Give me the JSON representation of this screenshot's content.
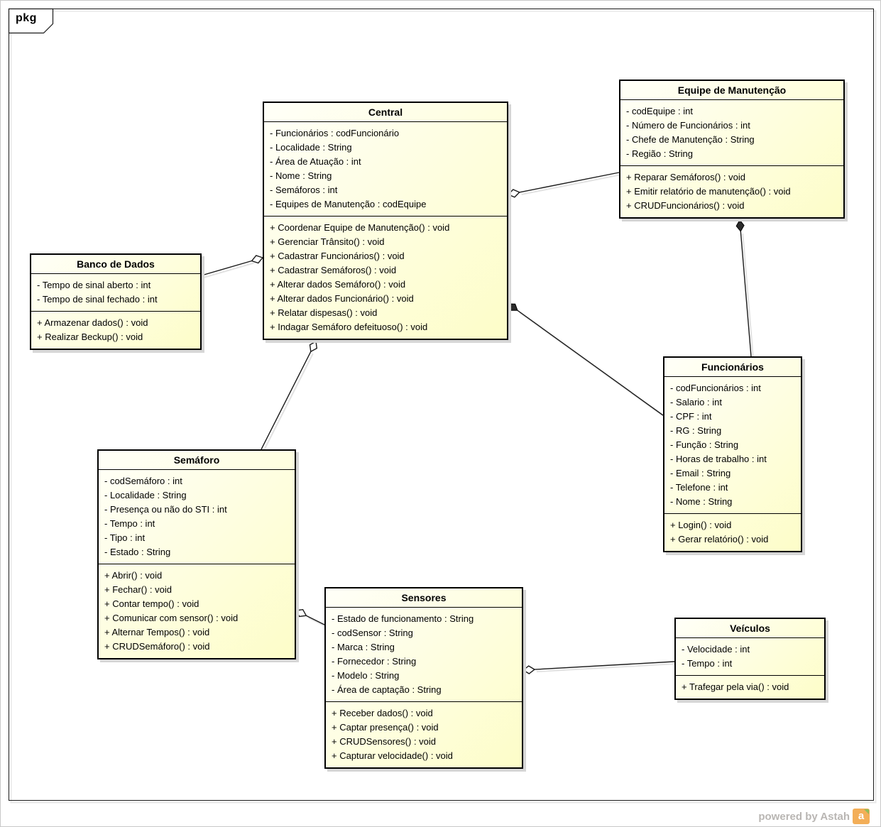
{
  "frame": {
    "tag": "pkg"
  },
  "footer": {
    "credit": "powered by Astah"
  },
  "colors": {
    "box_fill_start": "#FFFFF8",
    "box_fill_end": "#FDFDC8",
    "box_border": "#000000",
    "shadow": "#D6D6D6",
    "line": "#1A1A1A",
    "astah_orange": "#F1A13B"
  },
  "classes": [
    {
      "title": "Central",
      "attributes": [
        "- Funcionários : codFuncionário",
        "- Localidade : String",
        "- Área de Atuação : int",
        "- Nome : String",
        "- Semáforos : int",
        "- Equipes de Manutenção : codEquipe"
      ],
      "methods": [
        "+ Coordenar Equipe de Manutenção() : void",
        "+ Gerenciar Trânsito() : void",
        "+ Cadastrar Funcionários() : void",
        "+ Cadastrar Semáforos() : void",
        "+ Alterar dados Semáforo() : void",
        "+ Alterar dados Funcionário() : void",
        "+ Relatar dispesas() : void",
        "+ Indagar Semáforo defeituoso() : void"
      ]
    },
    {
      "title": "Equipe de Manutenção",
      "attributes": [
        "- codEquipe : int",
        "- Número de Funcionários : int",
        "- Chefe de Manutenção : String",
        "- Região : String"
      ],
      "methods": [
        "+ Reparar Semáforos() : void",
        "+ Emitir relatório de manutenção() : void",
        "+ CRUDFuncionários() : void"
      ]
    },
    {
      "title": "Banco de Dados",
      "attributes": [
        "- Tempo de sinal aberto : int",
        "- Tempo de sinal fechado : int"
      ],
      "methods": [
        "+ Armazenar dados() : void",
        "+ Realizar Beckup() : void"
      ]
    },
    {
      "title": "Funcionários",
      "attributes": [
        "- codFuncionários : int",
        "- Salario : int",
        "- CPF : int",
        "- RG : String",
        "- Função : String",
        "- Horas de trabalho : int",
        "- Email : String",
        "- Telefone : int",
        "- Nome : String"
      ],
      "methods": [
        "+ Login() : void",
        "+ Gerar relatório() : void"
      ]
    },
    {
      "title": "Semáforo",
      "attributes": [
        "- codSemáforo : int",
        "- Localidade : String",
        "- Presença ou não do STI : int",
        "- Tempo : int",
        "- Tipo : int",
        "- Estado : String"
      ],
      "methods": [
        "+ Abrir() : void",
        "+ Fechar() : void",
        "+ Contar tempo() : void",
        "+ Comunicar com sensor() : void",
        "+ Alternar Tempos() : void",
        "+ CRUDSemáforo() : void"
      ]
    },
    {
      "title": "Sensores",
      "attributes": [
        "- Estado de funcionamento : String",
        "- codSensor : String",
        "- Marca : String",
        "- Fornecedor : String",
        "- Modelo : String",
        "- Área de captação : String"
      ],
      "methods": [
        "+ Receber dados() : void",
        "+ Captar presença() : void",
        "+ CRUDSensores() : void",
        "+ Capturar velocidade() : void"
      ]
    },
    {
      "title": "Veículos",
      "attributes": [
        "- Velocidade : int",
        "- Tempo : int"
      ],
      "methods": [
        "+ Trafegar pela via() : void"
      ]
    }
  ],
  "connectors": [
    {
      "from": "Banco de Dados",
      "to": "Central",
      "type": "aggregation",
      "diamond": "open",
      "diamond_at": "Central"
    },
    {
      "from": "Equipe de Manutenção",
      "to": "Central",
      "type": "aggregation",
      "diamond": "open",
      "diamond_at": "Central"
    },
    {
      "from": "Funcionários",
      "to": "Central",
      "type": "composition",
      "diamond": "filled",
      "diamond_at": "Central"
    },
    {
      "from": "Funcionários",
      "to": "Equipe de Manutenção",
      "type": "composition",
      "diamond": "filled",
      "diamond_at": "Equipe de Manutenção"
    },
    {
      "from": "Semáforo",
      "to": "Central",
      "type": "aggregation",
      "diamond": "open",
      "diamond_at": "Central"
    },
    {
      "from": "Sensores",
      "to": "Semáforo",
      "type": "aggregation",
      "diamond": "open",
      "diamond_at": "Semáforo"
    },
    {
      "from": "Veículos",
      "to": "Sensores",
      "type": "aggregation",
      "diamond": "open",
      "diamond_at": "Sensores"
    }
  ]
}
